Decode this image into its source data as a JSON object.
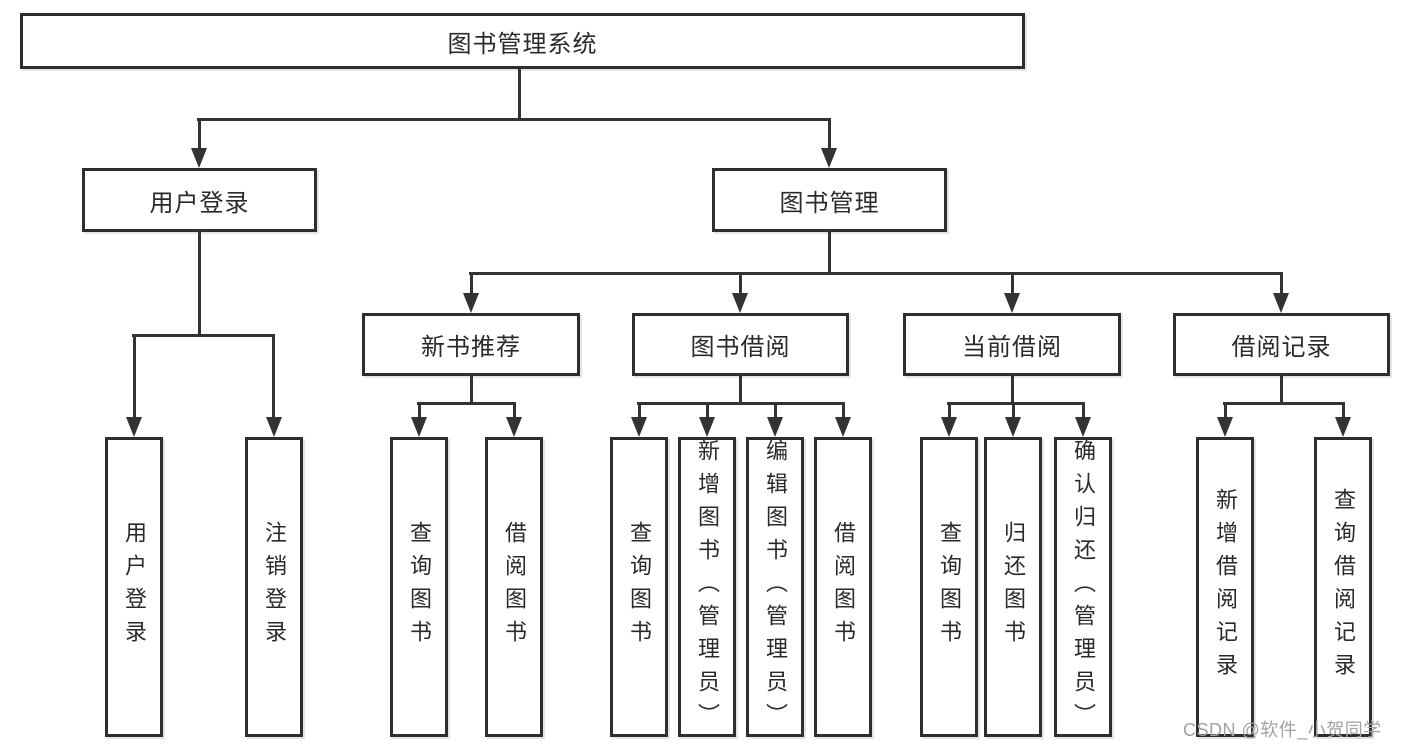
{
  "title": "图书管理系统",
  "watermark": "CSDN @软件_小贺同学",
  "colors": {
    "line": "#333333",
    "box_border": "#2e2e2e",
    "text": "#2a2a2a",
    "watermark": "#a3a3a3",
    "background": "#ffffff"
  },
  "nodes": {
    "root": "图书管理系统",
    "user_login": "用户登录",
    "book_mgmt": "图书管理",
    "new_book_rec": "新书推荐",
    "book_borrow": "图书借阅",
    "current_borrow": "当前借阅",
    "borrow_record": "借阅记录",
    "leaf_user_login": "用户登录",
    "leaf_logout": "注销登录",
    "leaf_rec_query": "查询图书",
    "leaf_rec_borrow": "借阅图书",
    "leaf_bb_query": "查询图书",
    "leaf_bb_add": "新增图书（管理员）",
    "leaf_bb_edit": "编辑图书（管理员）",
    "leaf_bb_borrow": "借阅图书",
    "leaf_cb_query": "查询图书",
    "leaf_cb_return": "归还图书",
    "leaf_cb_confirm": "确认归还（管理员）",
    "leaf_br_add": "新增借阅记录",
    "leaf_br_query": "查询借阅记录"
  }
}
